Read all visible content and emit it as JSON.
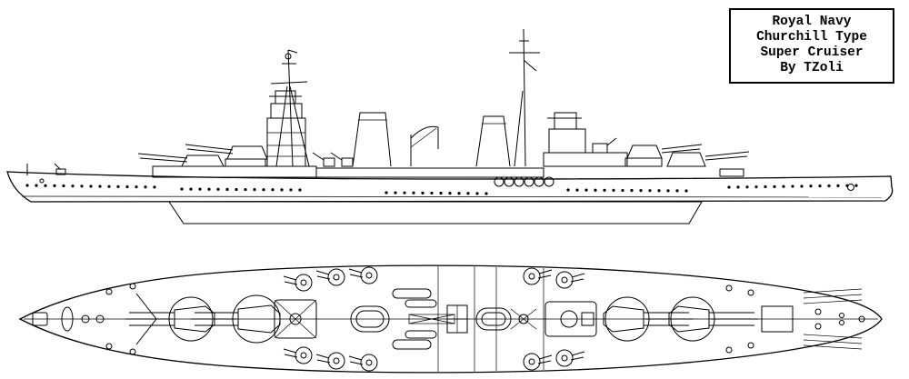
{
  "title_box": {
    "lines": [
      "Royal Navy",
      "Churchill Type",
      "Super Cruiser",
      "By TZoli"
    ]
  },
  "drawing": {
    "subject": "Royal Navy Churchill Type Super Cruiser",
    "credit_line": "By TZoli",
    "style": "technical line drawing",
    "line_color": "#000000",
    "background_color": "#ffffff",
    "views": [
      {
        "id": "side-profile",
        "position": "top"
      },
      {
        "id": "top-down-plan",
        "position": "bottom"
      }
    ]
  }
}
